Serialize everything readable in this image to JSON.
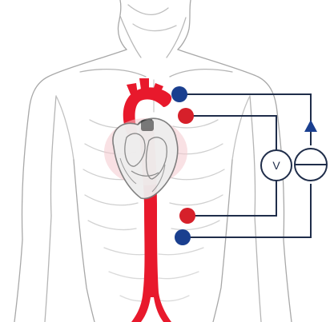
{
  "diagram": {
    "voltmeter": {
      "symbol": "V"
    },
    "colors": {
      "aorta": "#e8192c",
      "electrode_red": "#d6202a",
      "electrode_blue": "#1a3f8f",
      "wire": "#1f2d4a",
      "arrow": "#1a3f8f",
      "body_outline": "#9a9a9a"
    },
    "icons": [
      "torso-sketch",
      "heart-sketch",
      "aorta",
      "electrode",
      "voltmeter-symbol",
      "current-source-symbol",
      "current-direction-arrow"
    ]
  }
}
